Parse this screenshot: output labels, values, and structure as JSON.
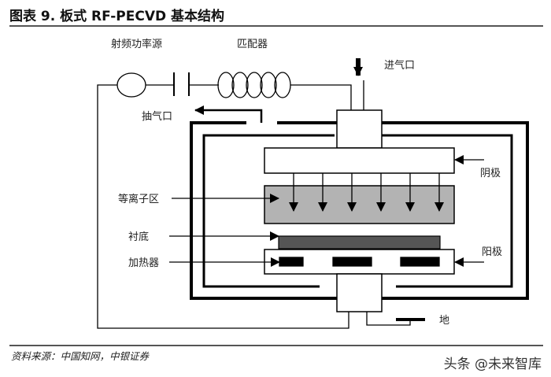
{
  "title": "图表 9. 板式 RF-PECVD 基本结构",
  "source": "资料来源：中国知网，中银证券",
  "watermark": "头条 @未来智库",
  "labels": {
    "rf_source": "射频功率源",
    "matcher": "匹配器",
    "gas_inlet": "进气口",
    "exhaust": "抽气口",
    "cathode": "阴极",
    "plasma": "等离子区",
    "substrate": "衬底",
    "heater": "加热器",
    "anode": "阳极",
    "ground": "地"
  },
  "colors": {
    "plasma": "#b3b3b3",
    "substrate": "#555555",
    "line": "#000000"
  }
}
